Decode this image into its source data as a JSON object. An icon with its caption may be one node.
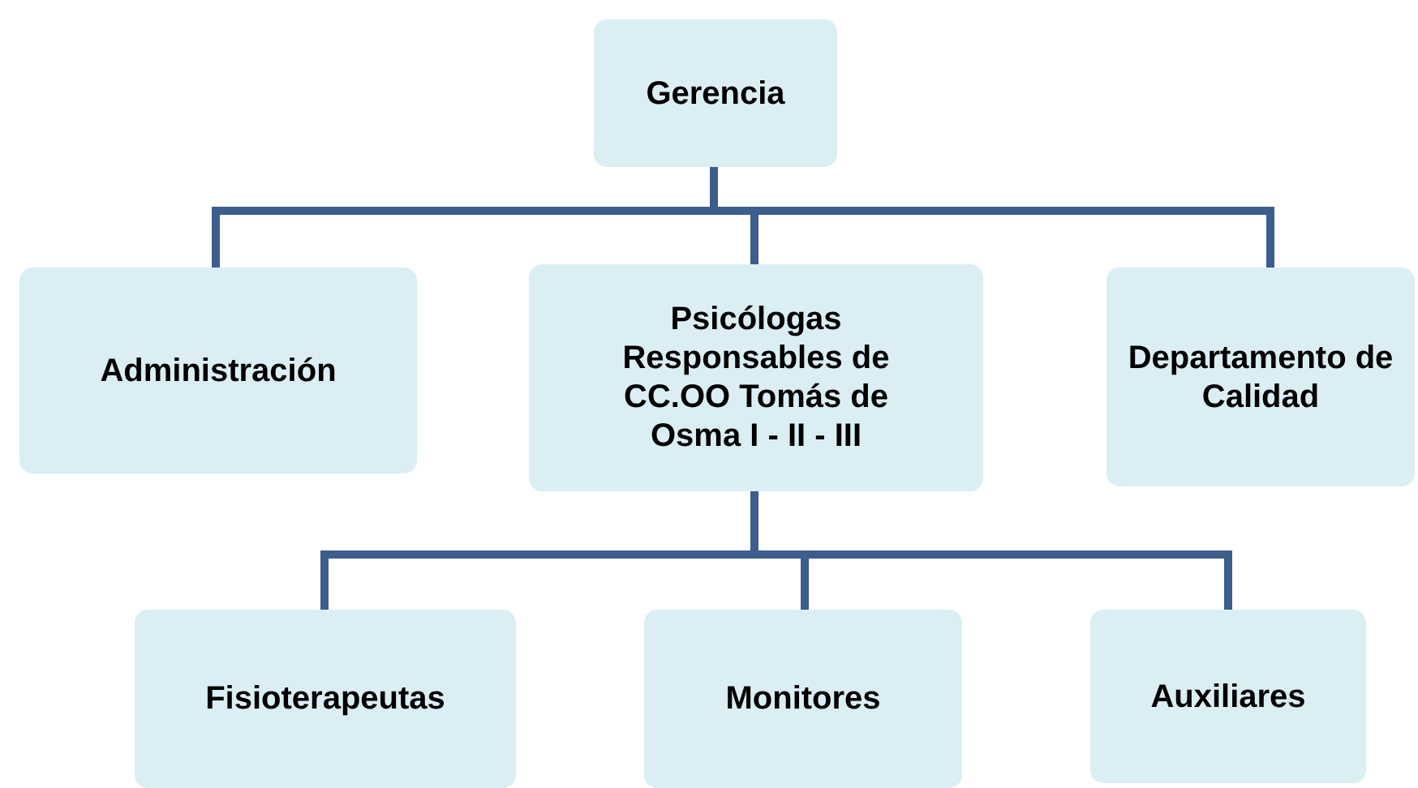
{
  "diagram": {
    "nodes": [
      {
        "text": [
          "Gerencia"
        ]
      },
      {
        "text": [
          "Administración"
        ]
      },
      {
        "text": [
          "Psicólogas Responsables de CC.OO Tomás de Osma I - II - III"
        ]
      },
      {
        "text": [
          "Departamento de Calidad"
        ]
      },
      {
        "text": [
          "Fisioterapeutas"
        ]
      },
      {
        "text": [
          "Monitores"
        ]
      },
      {
        "text": [
          "Auxiliares"
        ]
      }
    ],
    "edges": [
      {
        "from": 0,
        "to": 1,
        "arrow": "none"
      },
      {
        "from": 0,
        "to": 2,
        "arrow": "none"
      },
      {
        "from": 0,
        "to": 3,
        "arrow": "none"
      },
      {
        "from": 2,
        "to": 4,
        "arrow": "none"
      },
      {
        "from": 2,
        "to": 5,
        "arrow": "none"
      },
      {
        "from": 2,
        "to": 6,
        "arrow": "none"
      }
    ]
  }
}
